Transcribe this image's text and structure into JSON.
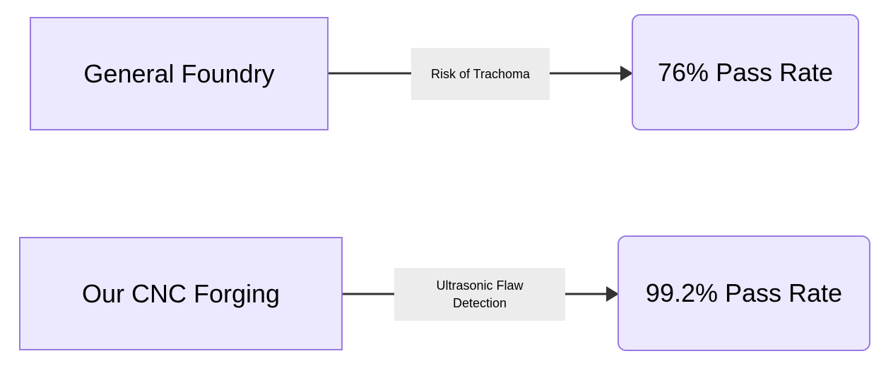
{
  "diagram": {
    "type": "flowchart",
    "direction": "left-to-right",
    "background_color": "#ffffff",
    "node_fill": "#ECE8FD",
    "node_border": "#9a7ae0",
    "edge_color": "#333333",
    "edge_label_background": "#ececec",
    "flows": [
      {
        "id": "top",
        "source_label": "General Foundry",
        "edge_label": "Risk of Trachoma",
        "target_label": "76% Pass Rate"
      },
      {
        "id": "bottom",
        "source_label": "Our CNC Forging",
        "edge_label": "Ultrasonic Flaw\nDetection",
        "target_label": "99.2% Pass Rate"
      }
    ]
  }
}
